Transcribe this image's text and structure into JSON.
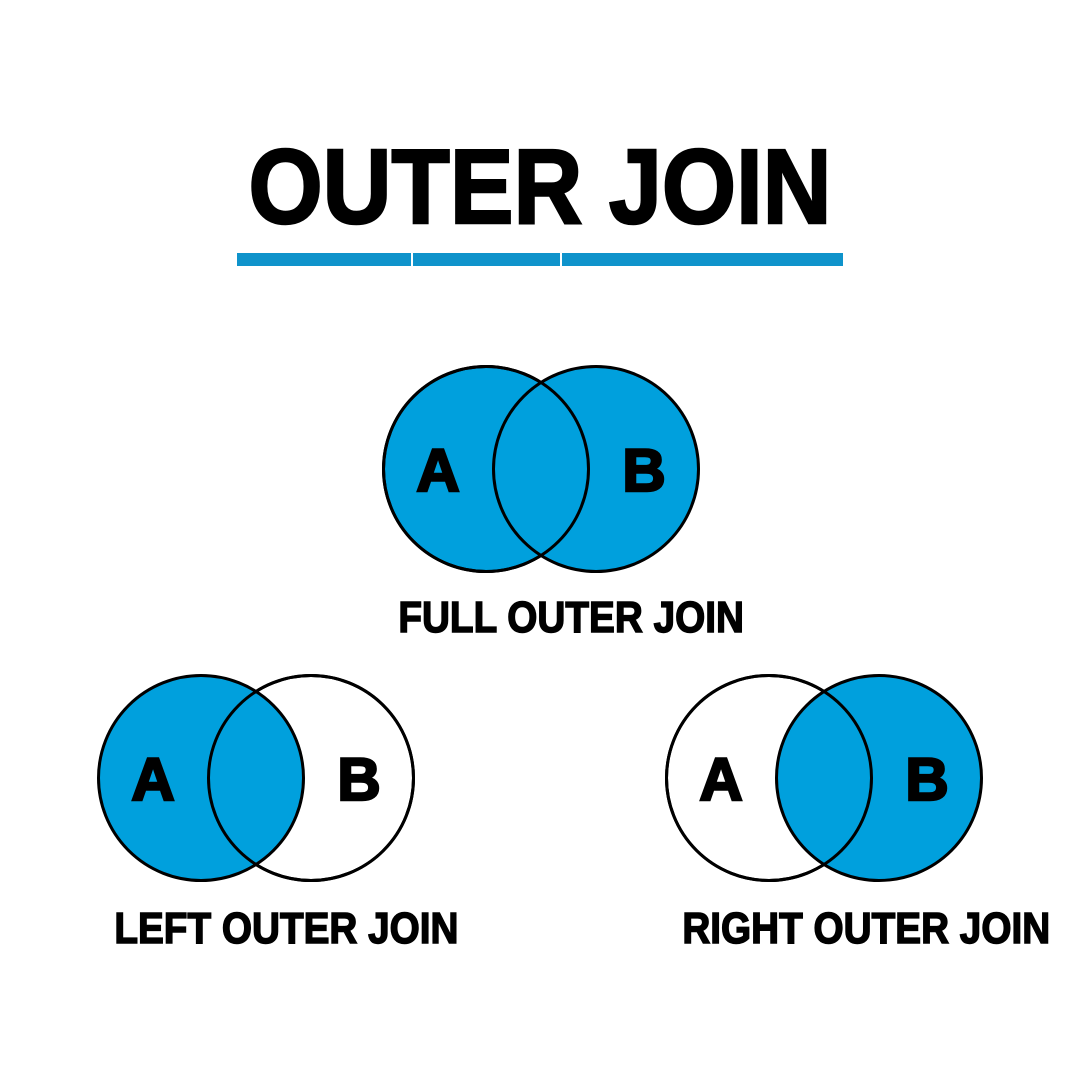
{
  "title": "OUTER JOIN",
  "colors": {
    "accent_bar": "#0f93cb",
    "venn_fill": "#00a0dd",
    "outline": "#000000",
    "text": "#000000",
    "background": "#ffffff"
  },
  "diagrams": [
    {
      "caption": "FULL OUTER JOIN",
      "left_label": "A",
      "right_label": "B",
      "shaded": "both"
    },
    {
      "caption": "LEFT OUTER JOIN",
      "left_label": "A",
      "right_label": "B",
      "shaded": "left"
    },
    {
      "caption": "RIGHT OUTER JOIN",
      "left_label": "A",
      "right_label": "B",
      "shaded": "right"
    }
  ]
}
